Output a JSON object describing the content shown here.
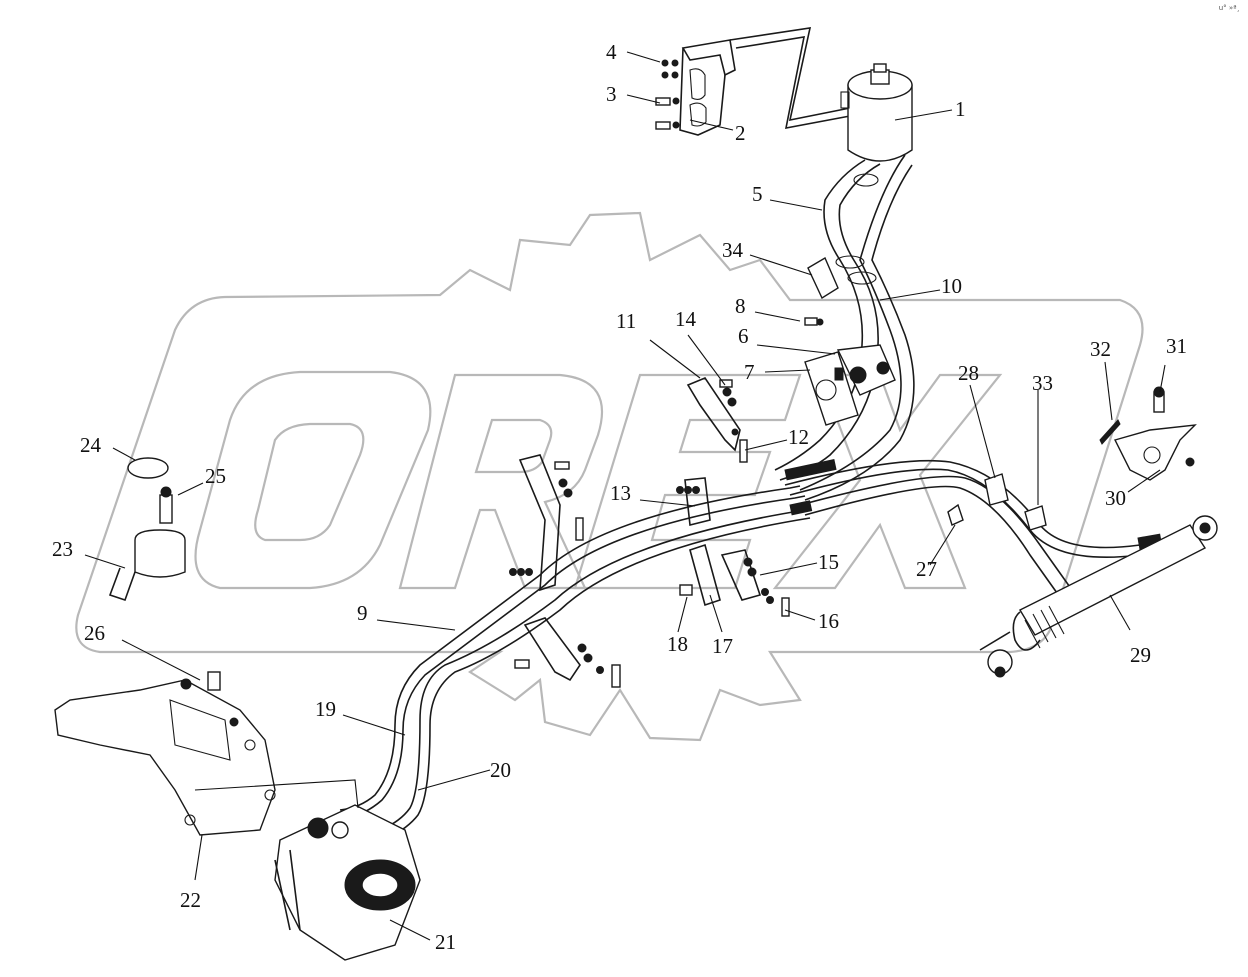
{
  "corner_mark": "u° »ª¸",
  "callouts": [
    {
      "id": "1",
      "label": "1"
    },
    {
      "id": "2",
      "label": "2"
    },
    {
      "id": "3",
      "label": "3"
    },
    {
      "id": "4",
      "label": "4"
    },
    {
      "id": "5",
      "label": "5"
    },
    {
      "id": "6",
      "label": "6"
    },
    {
      "id": "7",
      "label": "7"
    },
    {
      "id": "8",
      "label": "8"
    },
    {
      "id": "9",
      "label": "9"
    },
    {
      "id": "10",
      "label": "10"
    },
    {
      "id": "11",
      "label": "11"
    },
    {
      "id": "12",
      "label": "12"
    },
    {
      "id": "13",
      "label": "13"
    },
    {
      "id": "14",
      "label": "14"
    },
    {
      "id": "15",
      "label": "15"
    },
    {
      "id": "16",
      "label": "16"
    },
    {
      "id": "17",
      "label": "17"
    },
    {
      "id": "18",
      "label": "18"
    },
    {
      "id": "19",
      "label": "19"
    },
    {
      "id": "20",
      "label": "20"
    },
    {
      "id": "21",
      "label": "21"
    },
    {
      "id": "22",
      "label": "22"
    },
    {
      "id": "23",
      "label": "23"
    },
    {
      "id": "24",
      "label": "24"
    },
    {
      "id": "25",
      "label": "25"
    },
    {
      "id": "26",
      "label": "26"
    },
    {
      "id": "27",
      "label": "27"
    },
    {
      "id": "28",
      "label": "28"
    },
    {
      "id": "29",
      "label": "29"
    },
    {
      "id": "30",
      "label": "30"
    },
    {
      "id": "31",
      "label": "31"
    },
    {
      "id": "32",
      "label": "32"
    },
    {
      "id": "33",
      "label": "33"
    },
    {
      "id": "34",
      "label": "34"
    }
  ]
}
